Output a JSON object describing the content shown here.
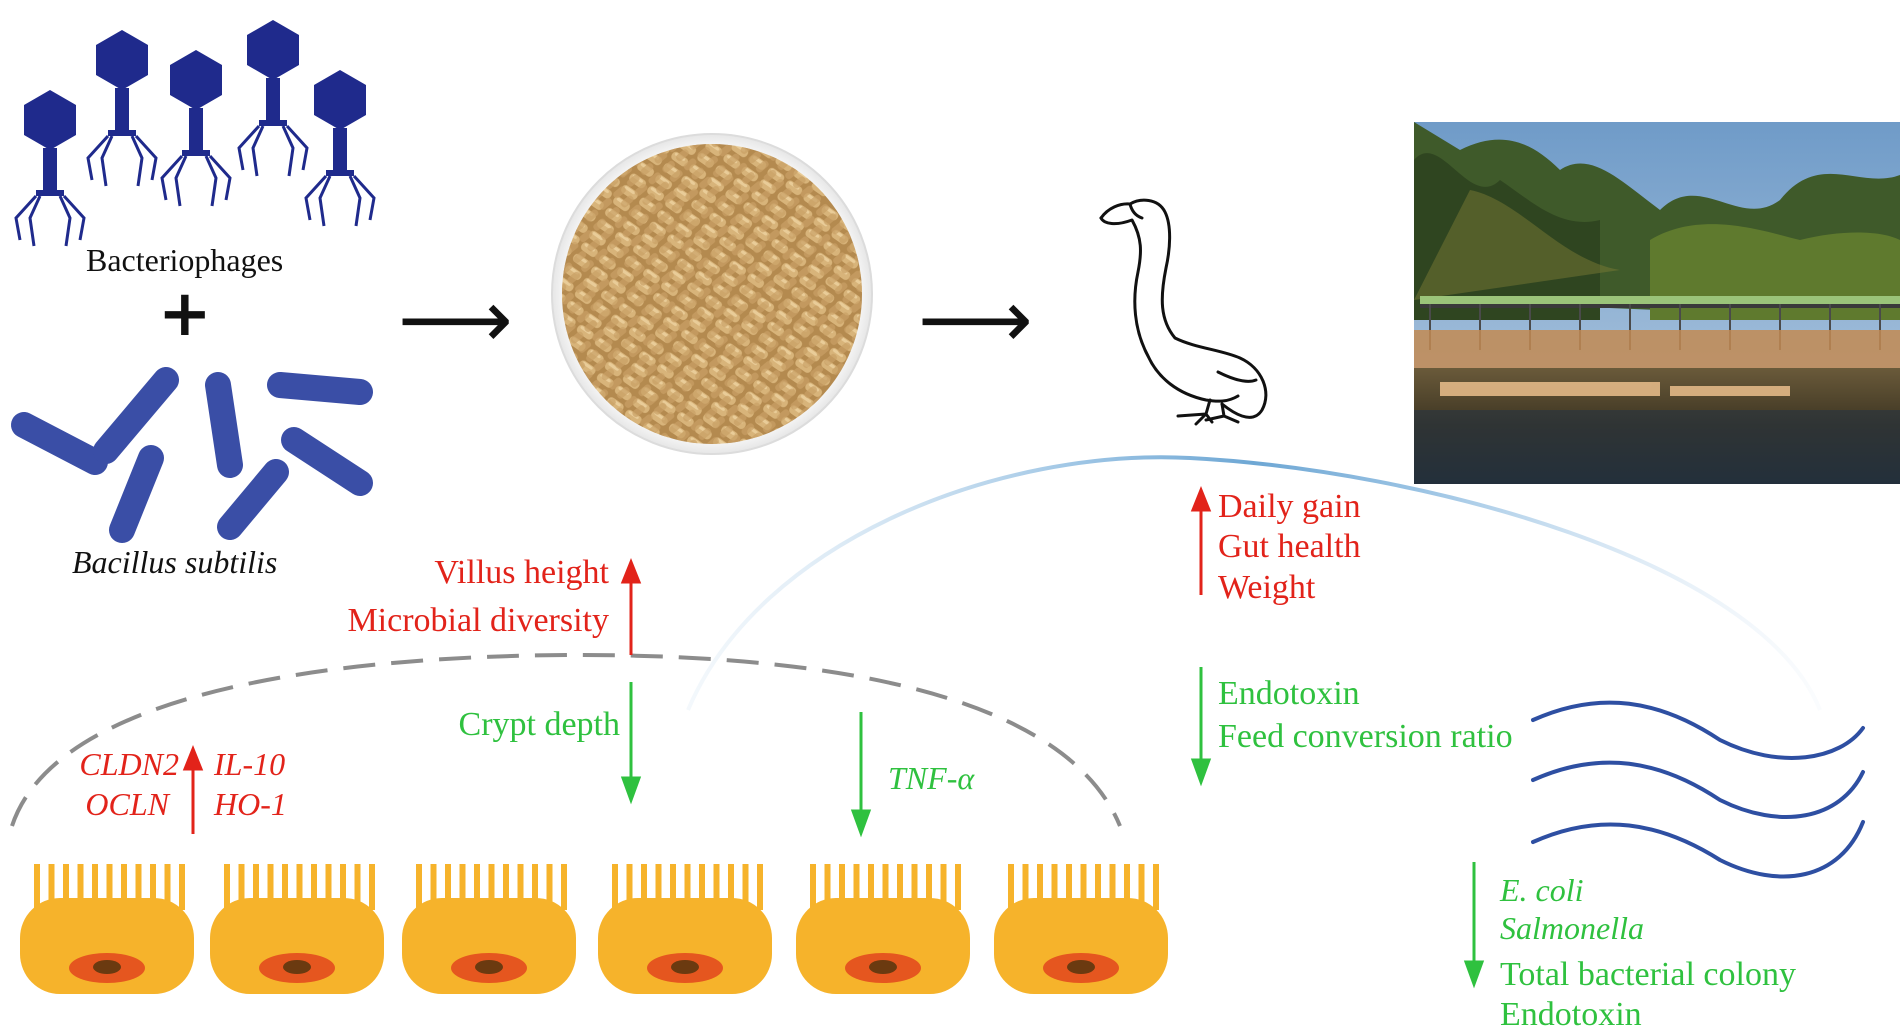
{
  "colors": {
    "phage": "#1f2a8c",
    "bacillus": "#3a4ea6",
    "cell": "#f6b32b",
    "nucleus_outer": "#e5561f",
    "nucleus_inner": "#6b3a10",
    "increase": "#e2231a",
    "decrease": "#2fc13f",
    "water": "#2e4fa2",
    "dashed_arc": "#8c8c8c",
    "blue_arc": "#7aaed6"
  },
  "icons": {
    "bacteriophages": "phage-icon",
    "bacillus": "rod-bacteria-icon",
    "feed": "feed-pellets-image",
    "goose": "goose-outline-icon",
    "farm": "farm-pond-photo",
    "water": "water-waves-icon",
    "cells": "intestinal-cell-icon"
  },
  "inputs": {
    "phage_label": "Bacteriophages",
    "plus": "+",
    "bacillus_label": "Bacillus subtilis"
  },
  "arrows": {
    "arrow1": "⟶",
    "arrow2": "⟶"
  },
  "goose_effects": {
    "increased": [
      "Daily gain",
      "Gut health",
      "Weight"
    ],
    "decreased": [
      "Endotoxin",
      "Feed conversion ratio"
    ]
  },
  "intestine": {
    "villus_increase": [
      "Villus height",
      "Microbial diversity"
    ],
    "crypt_decrease": "Crypt depth",
    "genes_left": [
      "CLDN2",
      "OCLN"
    ],
    "genes_right": [
      "IL-10",
      "HO-1"
    ],
    "tnf": "TNF-α"
  },
  "environment": {
    "pathogens": [
      "E. coli",
      "Salmonella"
    ],
    "other": [
      "Total bacterial colony",
      "Endotoxin"
    ]
  }
}
